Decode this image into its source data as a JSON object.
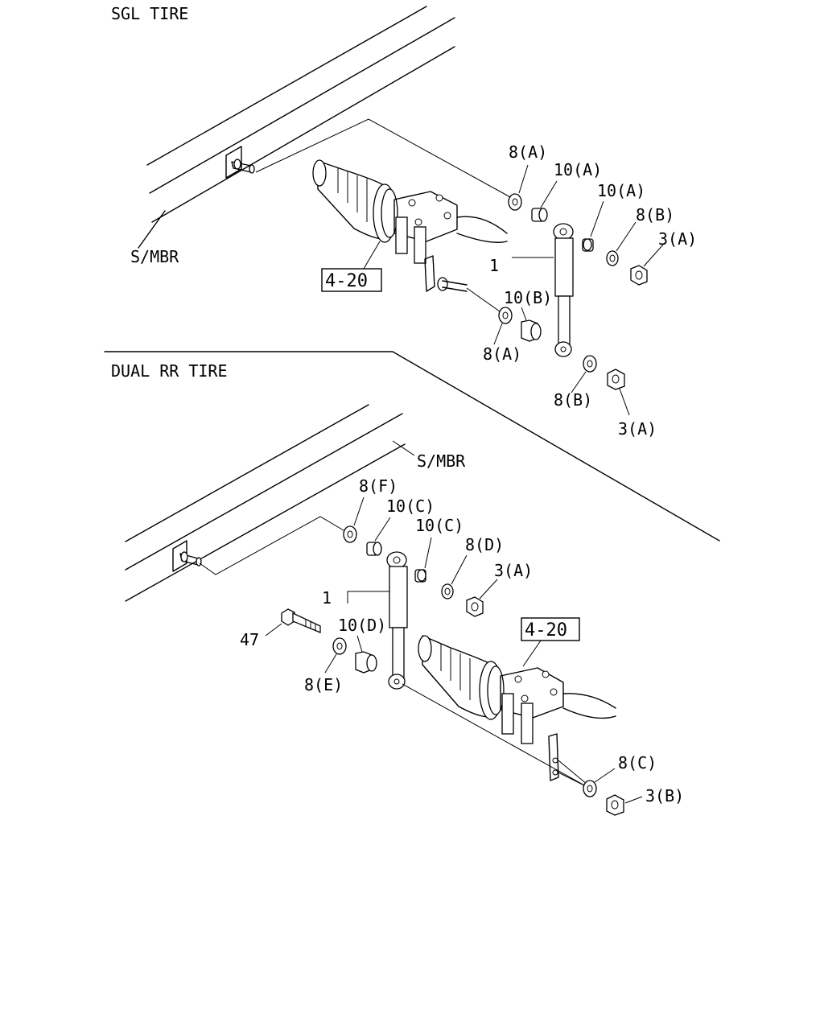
{
  "sections": {
    "single": "SGL TIRE",
    "dual": "DUAL RR TIRE"
  },
  "frame_label": "S/MBR",
  "ref_box": "4-20",
  "single_parts": {
    "washer_8a_top": "8(A)",
    "bushing_10a_left": "10(A)",
    "bushing_10a_right": "10(A)",
    "washer_8b_top": "8(B)",
    "nut_3a_top": "3(A)",
    "absorber_1": "1",
    "bushing_10b": "10(B)",
    "washer_8a_bottom": "8(A)",
    "washer_8b_bottom": "8(B)",
    "nut_3a_bottom": "3(A)"
  },
  "dual_parts": {
    "washer_8f": "8(F)",
    "bushing_10c_left": "10(C)",
    "bushing_10c_right": "10(C)",
    "washer_8d": "8(D)",
    "nut_3a": "3(A)",
    "absorber_1": "1",
    "bushing_10d": "10(D)",
    "bolt_47": "47",
    "washer_8e": "8(E)",
    "washer_8c": "8(C)",
    "nut_3b": "3(B)"
  }
}
